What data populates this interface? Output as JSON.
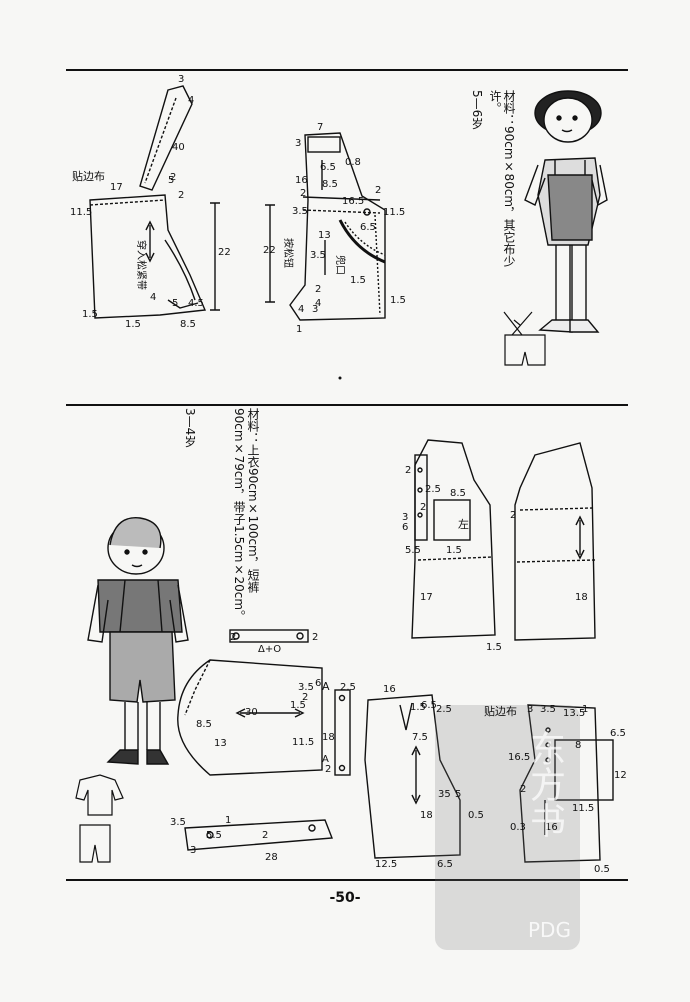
{
  "page_number": "-50-",
  "watermark": {
    "seal_text": "东方书",
    "label": "PDG"
  },
  "top_section": {
    "age": "5—6岁",
    "materials": "材料：90cm×80cm，其它布少许。",
    "labels": {
      "facing_fabric": "贴边布",
      "elastic_band": "穿入松紧带",
      "button_loop": "按松钮",
      "pocket": "兜口",
      "numbers": [
        "3",
        "4",
        "40",
        "2",
        "17",
        "5",
        "2",
        "11.5",
        "22",
        "4",
        "5",
        "4.5",
        "1.5",
        "1.5",
        "8.5",
        "7",
        "3",
        "0.8",
        "6.5",
        "16",
        "8.5",
        "2",
        "16.5",
        "2",
        "3.5",
        "11.5",
        "22",
        "6.5",
        "13",
        "3.5",
        "1.5",
        "2",
        "4",
        "4",
        "3",
        "1",
        "1.5"
      ]
    }
  },
  "bottom_section": {
    "age": "3—4岁",
    "materials": "材料：上衣90cm×100cm，短裤90cm×79cm，带子1.5cm×20cm。",
    "labels": {
      "facing_fabric": "贴边布",
      "left": "左",
      "delta_plus_o": "Δ+O",
      "point_a": "A",
      "numbers": [
        "2",
        "2",
        "2.5",
        "8.5",
        "3",
        "6",
        "2",
        "5.5",
        "1.5",
        "17",
        "1.5",
        "18",
        "2",
        "2",
        "3.5",
        "6",
        "2.5",
        "30",
        "1.5",
        "8.5",
        "2",
        "18",
        "13",
        "11.5",
        "2",
        "A",
        "16",
        "1.5",
        "2.5",
        "6.5",
        "7.5",
        "35",
        "5",
        "18",
        "0.5",
        "12.5",
        "6.5",
        "3",
        "3.5",
        "13.5",
        "6.5",
        "8",
        "16.5",
        "12",
        "0.3",
        "16",
        "11.5",
        "2",
        "1",
        "0.5",
        "3.5",
        "1",
        "5.5",
        "2",
        "3",
        "28"
      ]
    }
  }
}
